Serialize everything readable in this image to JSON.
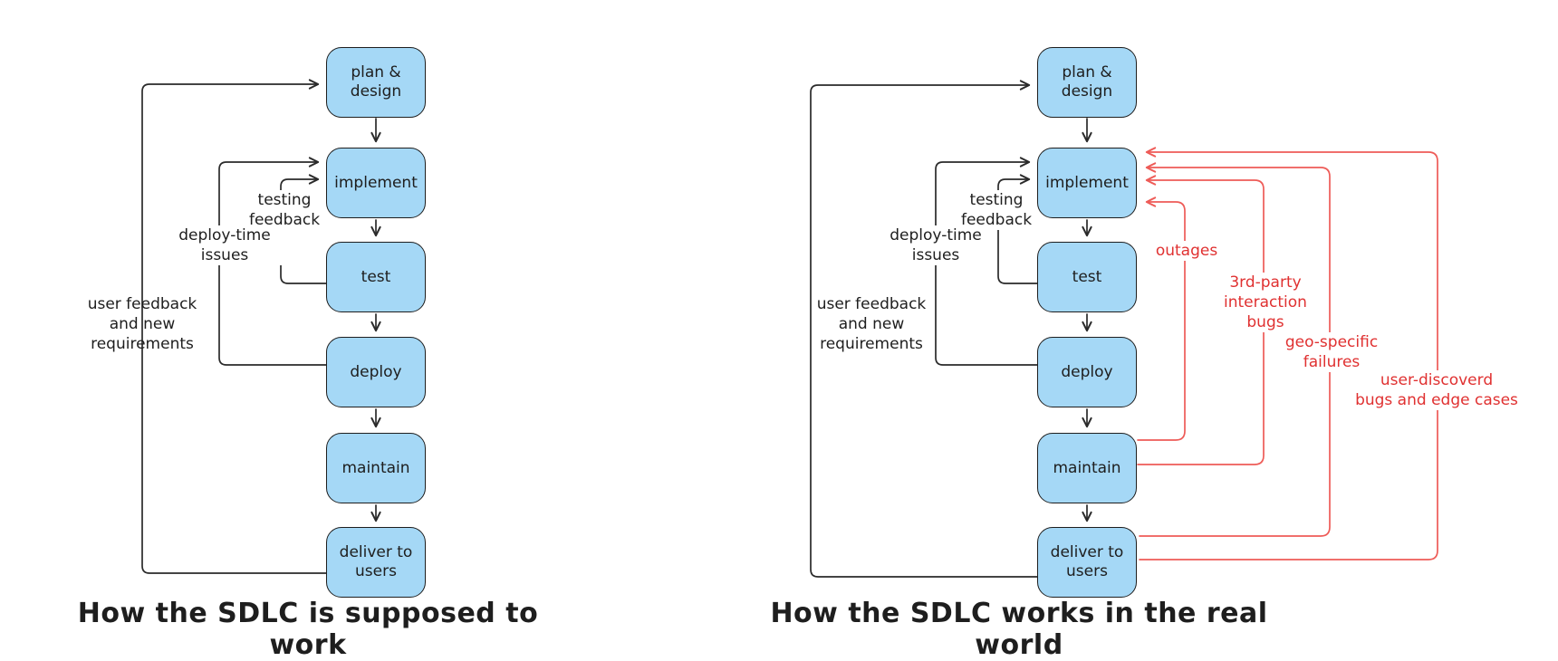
{
  "colors": {
    "background": "#ffffff",
    "node_fill": "#a5d8f6",
    "node_stroke": "#1e1e1e",
    "line_black": "#2a2a2a",
    "line_red": "#ee5b57",
    "text_black": "#1e1e1e",
    "text_red": "#e03131"
  },
  "diagrams": {
    "left": {
      "caption": "How the SDLC is supposed to work",
      "nodes": [
        {
          "id": "plan-design",
          "label": "plan &\ndesign"
        },
        {
          "id": "implement",
          "label": "implement"
        },
        {
          "id": "test",
          "label": "test"
        },
        {
          "id": "deploy",
          "label": "deploy"
        },
        {
          "id": "maintain",
          "label": "maintain"
        },
        {
          "id": "deliver-to-users",
          "label": "deliver to\nusers"
        }
      ],
      "edge_labels": [
        {
          "id": "testing-feedback",
          "label": "testing\nfeedback"
        },
        {
          "id": "deploy-time-issues",
          "label": "deploy-time\nissues"
        },
        {
          "id": "user-feedback",
          "label": "user feedback\nand new\nrequirements"
        }
      ]
    },
    "right": {
      "caption": "How the SDLC works in the real world",
      "nodes": [
        {
          "id": "plan-design",
          "label": "plan &\ndesign"
        },
        {
          "id": "implement",
          "label": "implement"
        },
        {
          "id": "test",
          "label": "test"
        },
        {
          "id": "deploy",
          "label": "deploy"
        },
        {
          "id": "maintain",
          "label": "maintain"
        },
        {
          "id": "deliver-to-users",
          "label": "deliver to\nusers"
        }
      ],
      "edge_labels": [
        {
          "id": "testing-feedback",
          "label": "testing\nfeedback"
        },
        {
          "id": "deploy-time-issues",
          "label": "deploy-time\nissues"
        },
        {
          "id": "user-feedback",
          "label": "user feedback\nand new\nrequirements"
        }
      ],
      "failure_labels": [
        {
          "id": "outages",
          "label": "outages"
        },
        {
          "id": "third-party",
          "label": "3rd-party\ninteraction\nbugs"
        },
        {
          "id": "geo-specific",
          "label": "geo-specific\nfailures"
        },
        {
          "id": "user-discovered",
          "label": "user-discoverd\nbugs and edge cases"
        }
      ]
    }
  }
}
